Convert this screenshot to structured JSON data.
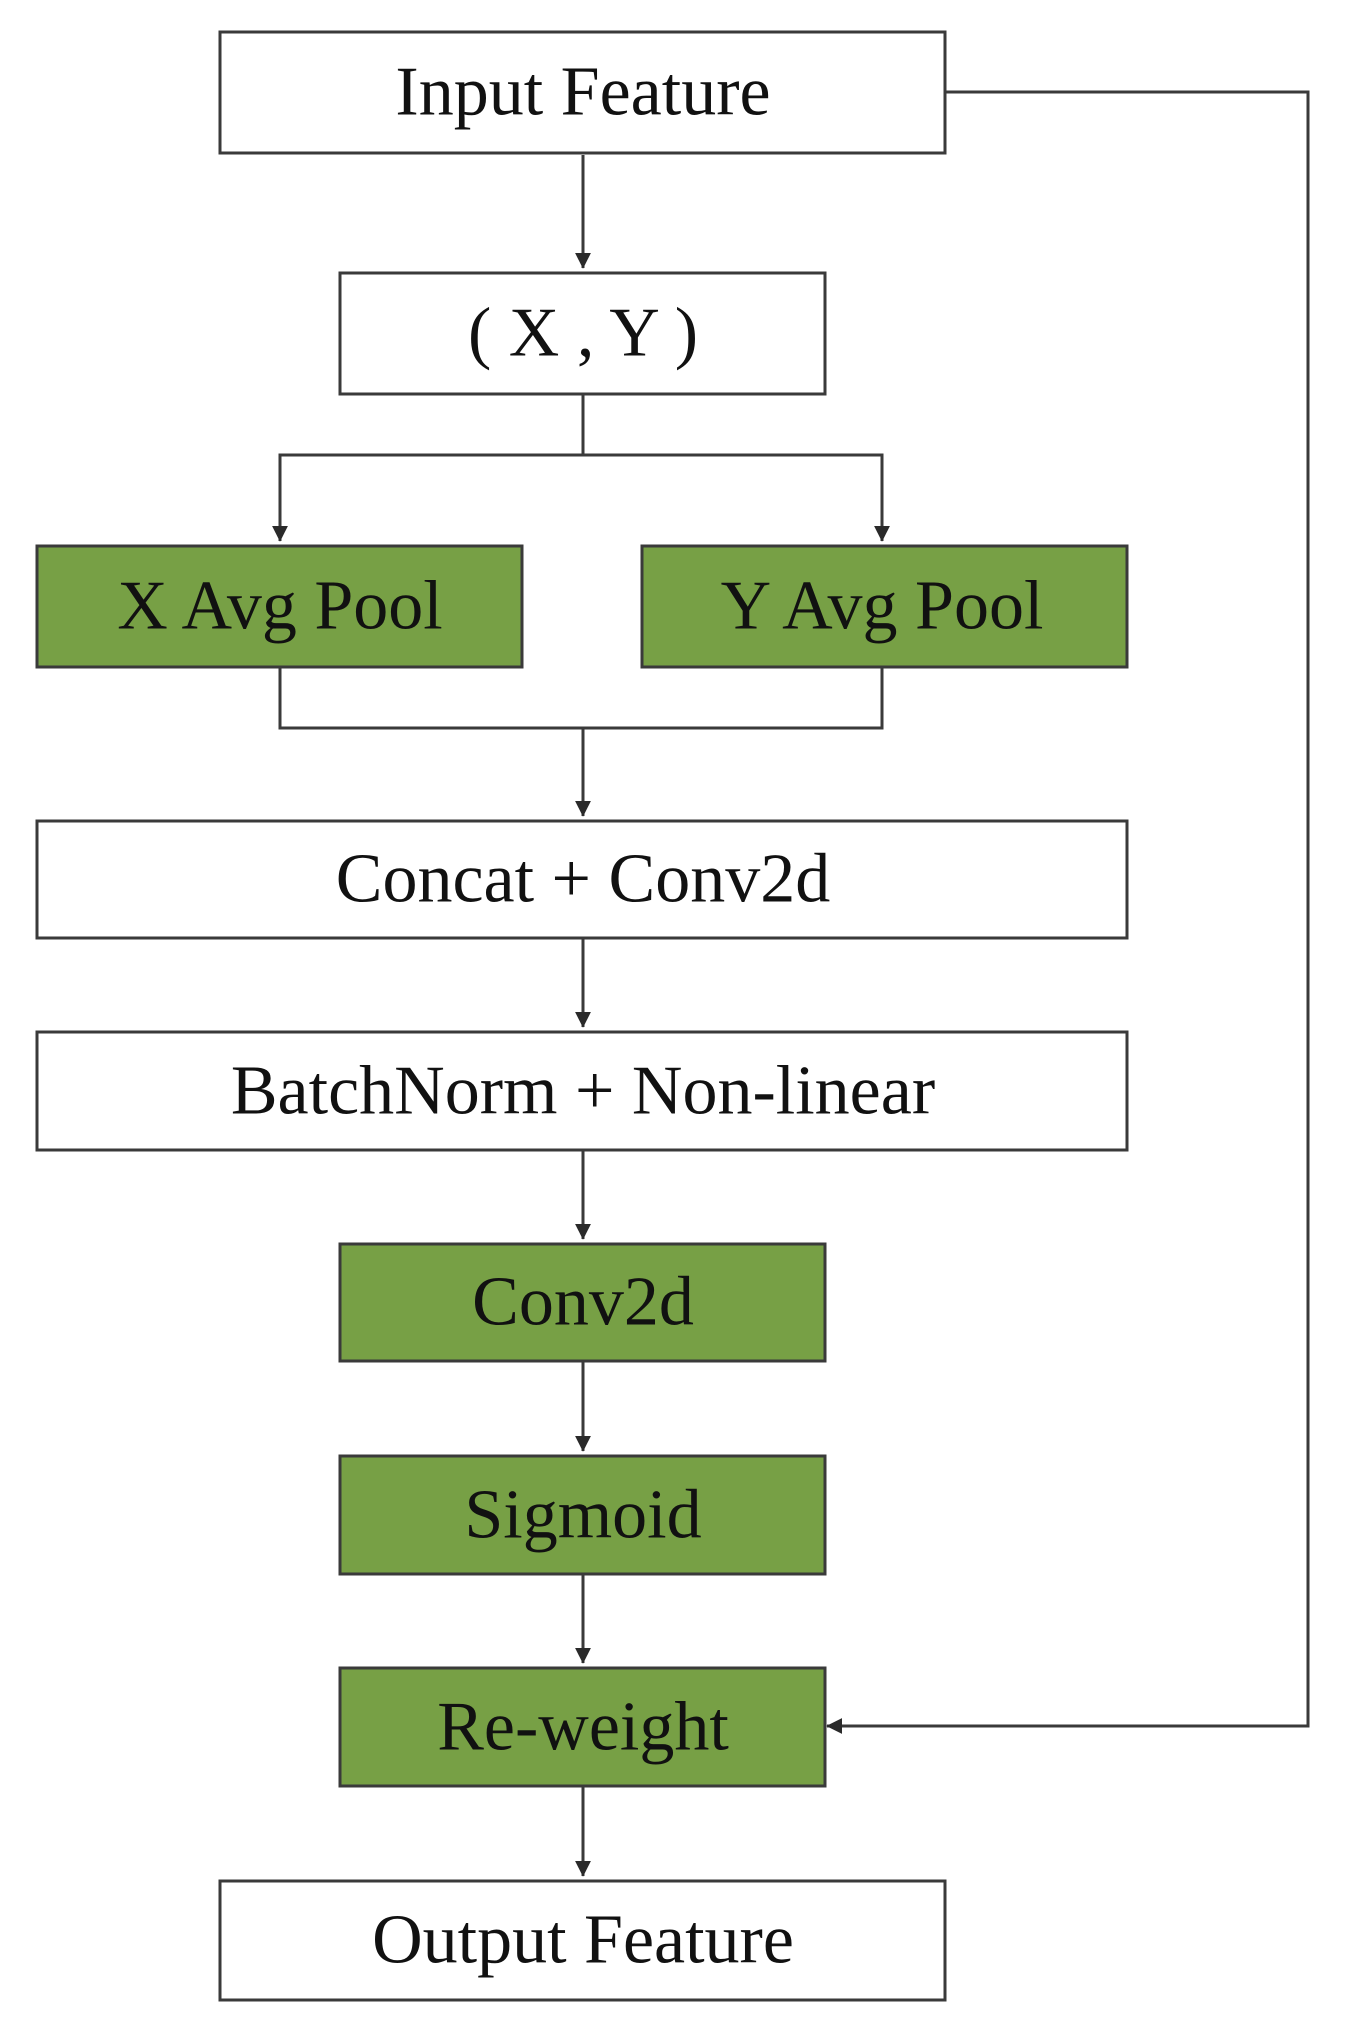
{
  "diagram": {
    "nodes": {
      "input": {
        "label": "Input Feature",
        "color": "#ffffff"
      },
      "xy": {
        "label": "( X , Y )",
        "color": "#ffffff"
      },
      "x_pool": {
        "label": "X Avg Pool",
        "color": "#77a045"
      },
      "y_pool": {
        "label": "Y Avg Pool",
        "color": "#77a045"
      },
      "concat": {
        "label": "Concat + Conv2d",
        "color": "#ffffff"
      },
      "batchnorm": {
        "label": "BatchNorm + Non-linear",
        "color": "#ffffff"
      },
      "conv2d": {
        "label": "Conv2d",
        "color": "#77a045"
      },
      "sigmoid": {
        "label": "Sigmoid",
        "color": "#77a045"
      },
      "reweight": {
        "label": "Re-weight",
        "color": "#77a045"
      },
      "output": {
        "label": "Output Feature",
        "color": "#ffffff"
      }
    },
    "edges": [
      {
        "from": "input",
        "to": "xy"
      },
      {
        "from": "xy",
        "to": "x_pool"
      },
      {
        "from": "xy",
        "to": "y_pool"
      },
      {
        "from": "x_pool",
        "to": "concat"
      },
      {
        "from": "y_pool",
        "to": "concat"
      },
      {
        "from": "concat",
        "to": "batchnorm"
      },
      {
        "from": "batchnorm",
        "to": "conv2d"
      },
      {
        "from": "conv2d",
        "to": "sigmoid"
      },
      {
        "from": "sigmoid",
        "to": "reweight"
      },
      {
        "from": "input",
        "to": "reweight",
        "kind": "skip-connection"
      },
      {
        "from": "reweight",
        "to": "output"
      }
    ]
  }
}
